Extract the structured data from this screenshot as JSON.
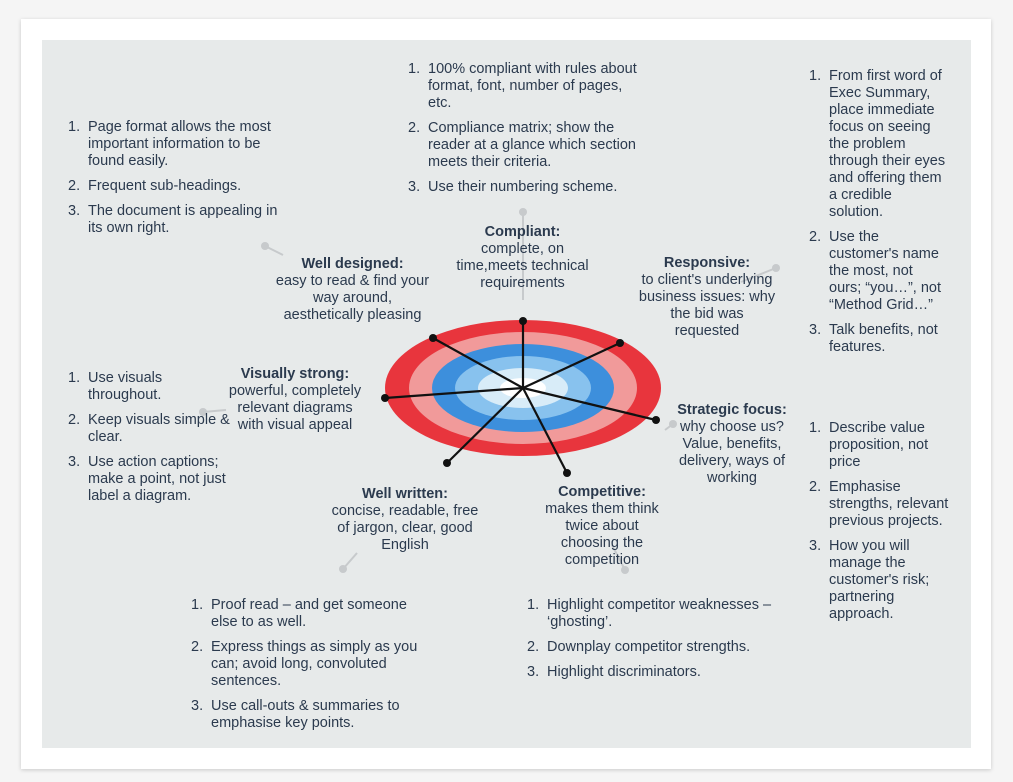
{
  "colors": {
    "ring_outer": "#e8353d",
    "ring_second": "#f19a9a",
    "ring_third": "#3d8fdc",
    "ring_fourth": "#88c2ee",
    "ring_inner": "#d8ecf8",
    "spoke": "#111111",
    "connector": "#c7cacc",
    "panel": "#e7eaea",
    "text": "#2b3a4e"
  },
  "criteria": [
    {
      "key": "compliant",
      "title": "Compliant:",
      "description": "complete, on time,meets technical requirements",
      "points": [
        "100% compliant with rules about format, font, number of pages, etc.",
        "Compliance matrix; show the reader at a glance which section meets their criteria.",
        "Use their numbering scheme."
      ]
    },
    {
      "key": "responsive",
      "title": "Responsive:",
      "description": "to client's underlying business issues: why the bid was requested",
      "points": [
        "From first word of Exec Summary, place immediate focus on seeing the problem through their eyes and offering them a credible solution.",
        "Use the customer's name the most, not ours; “you…”, not “Method Grid…”",
        "Talk benefits, not features."
      ]
    },
    {
      "key": "strategic",
      "title": "Strategic focus:",
      "description": "why choose us? Value, benefits, delivery, ways of working",
      "points": [
        "Describe value proposition, not price",
        "Emphasise strengths, relevant previous projects.",
        "How you will manage the customer's risk; partnering approach."
      ]
    },
    {
      "key": "competitive",
      "title": "Competitive:",
      "description": "makes them think twice about choosing the competition",
      "points": [
        "Highlight competitor weaknesses – ‘ghosting’.",
        "Downplay competitor strengths.",
        "Highlight discriminators."
      ]
    },
    {
      "key": "written",
      "title": "Well written:",
      "description": "concise, readable, free of jargon, clear, good English",
      "points": [
        "Proof read – and get someone else to as well.",
        "Express things as simply as you can; avoid long, convoluted sentences.",
        "Use call-outs & summaries to emphasise key points."
      ]
    },
    {
      "key": "visual",
      "title": "Visually strong:",
      "description": "powerful, completely relevant diagrams with visual appeal",
      "points": [
        "Use visuals throughout.",
        "Keep visuals simple & clear.",
        "Use action captions; make a point, not just label a diagram."
      ]
    },
    {
      "key": "designed",
      "title": "Well designed:",
      "description": "easy to read & find your way around, aesthetically pleasing",
      "points": [
        "Page format allows the most important information to be found easily.",
        "Frequent sub-headings.",
        "The document is appealing in its own right."
      ]
    }
  ]
}
